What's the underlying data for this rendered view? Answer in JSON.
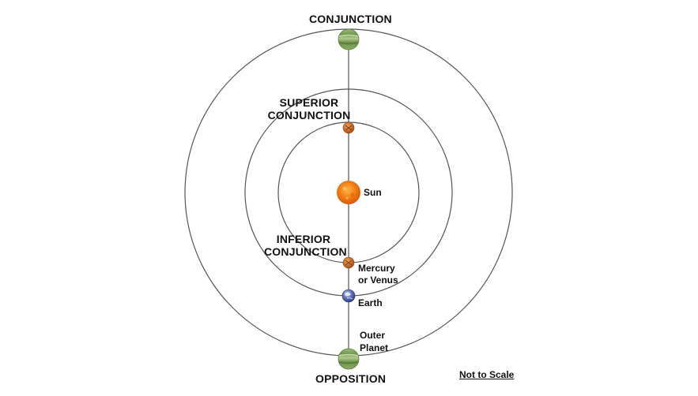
{
  "labels": {
    "conjunction": "CONJUNCTION",
    "superior_line1": "SUPERIOR",
    "superior_line2": "CONJUNCTION",
    "sun": "Sun",
    "inferior_line1": "INFERIOR",
    "inferior_line2": "CONJUNCTION",
    "mercury_line1": "Mercury",
    "mercury_line2": "or Venus",
    "earth": "Earth",
    "outer_line1": "Outer",
    "outer_line2": "Planet",
    "opposition": "OPPOSITION",
    "scale_note": "Not to Scale"
  },
  "colors": {
    "orbit": "#555555",
    "sun": "#f07a10",
    "inner_planet": "#c56a1e",
    "outer_planet": "#7fa35b",
    "earth": "#4a5ea8"
  }
}
